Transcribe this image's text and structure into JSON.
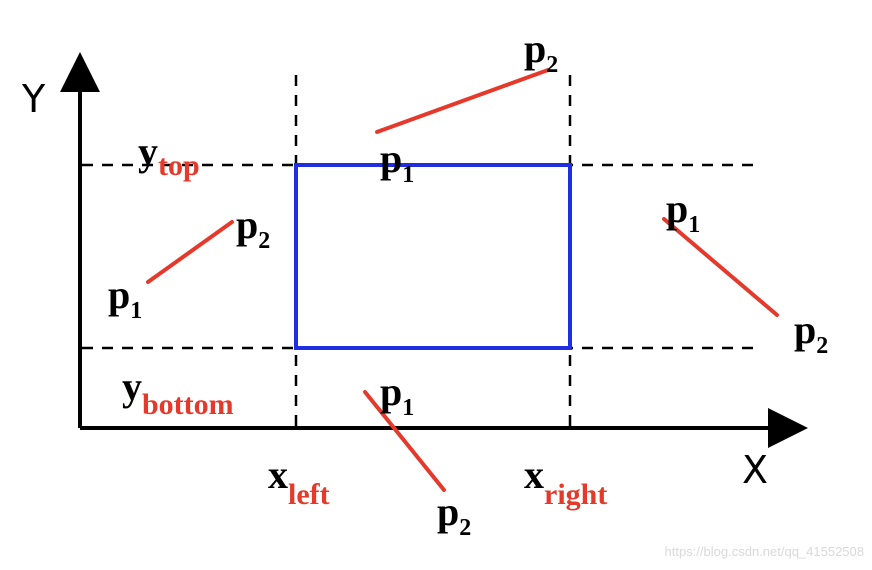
{
  "axes": {
    "x_label": "X",
    "y_label": "Y"
  },
  "boundaries": {
    "y_top": {
      "base": "y",
      "sub": "top"
    },
    "y_bottom": {
      "base": "y",
      "sub": "bottom"
    },
    "x_left": {
      "base": "x",
      "sub": "left"
    },
    "x_right": {
      "base": "x",
      "sub": "right"
    }
  },
  "points": {
    "base": "p",
    "sub1": "1",
    "sub2": "2"
  },
  "colors": {
    "window": "#1f2ee0",
    "segment": "#e53a2b",
    "subscript": "#e53a2b",
    "axis": "#000000"
  },
  "watermark": "https://blog.csdn.net/qq_41552508"
}
